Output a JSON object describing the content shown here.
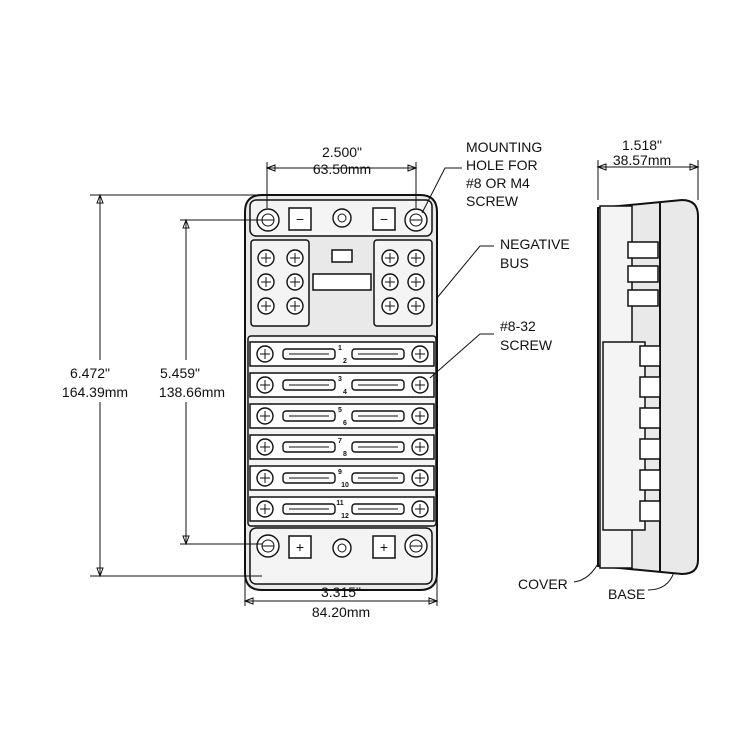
{
  "dimensions": {
    "top_width_in": "2.500\"",
    "top_width_mm": "63.50mm",
    "bottom_width_in": "3.315\"",
    "bottom_width_mm": "84.20mm",
    "overall_height_in": "6.472\"",
    "overall_height_mm": "164.39mm",
    "hole_spacing_in": "5.459\"",
    "hole_spacing_mm": "138.66mm",
    "depth_in": "1.518\"",
    "depth_mm": "38.57mm"
  },
  "callouts": {
    "mounting_hole": [
      "MOUNTING",
      "HOLE FOR",
      "#8 OR M4",
      "SCREW"
    ],
    "negative_bus": [
      "NEGATIVE",
      "BUS"
    ],
    "screw": [
      "#8-32",
      "SCREW"
    ],
    "cover": "COVER",
    "base": "BASE"
  },
  "fuse_numbers": [
    "1",
    "2",
    "3",
    "4",
    "5",
    "6",
    "7",
    "8",
    "9",
    "10",
    "11",
    "12"
  ],
  "terminal_symbols": {
    "negative": "−",
    "positive": "+"
  }
}
